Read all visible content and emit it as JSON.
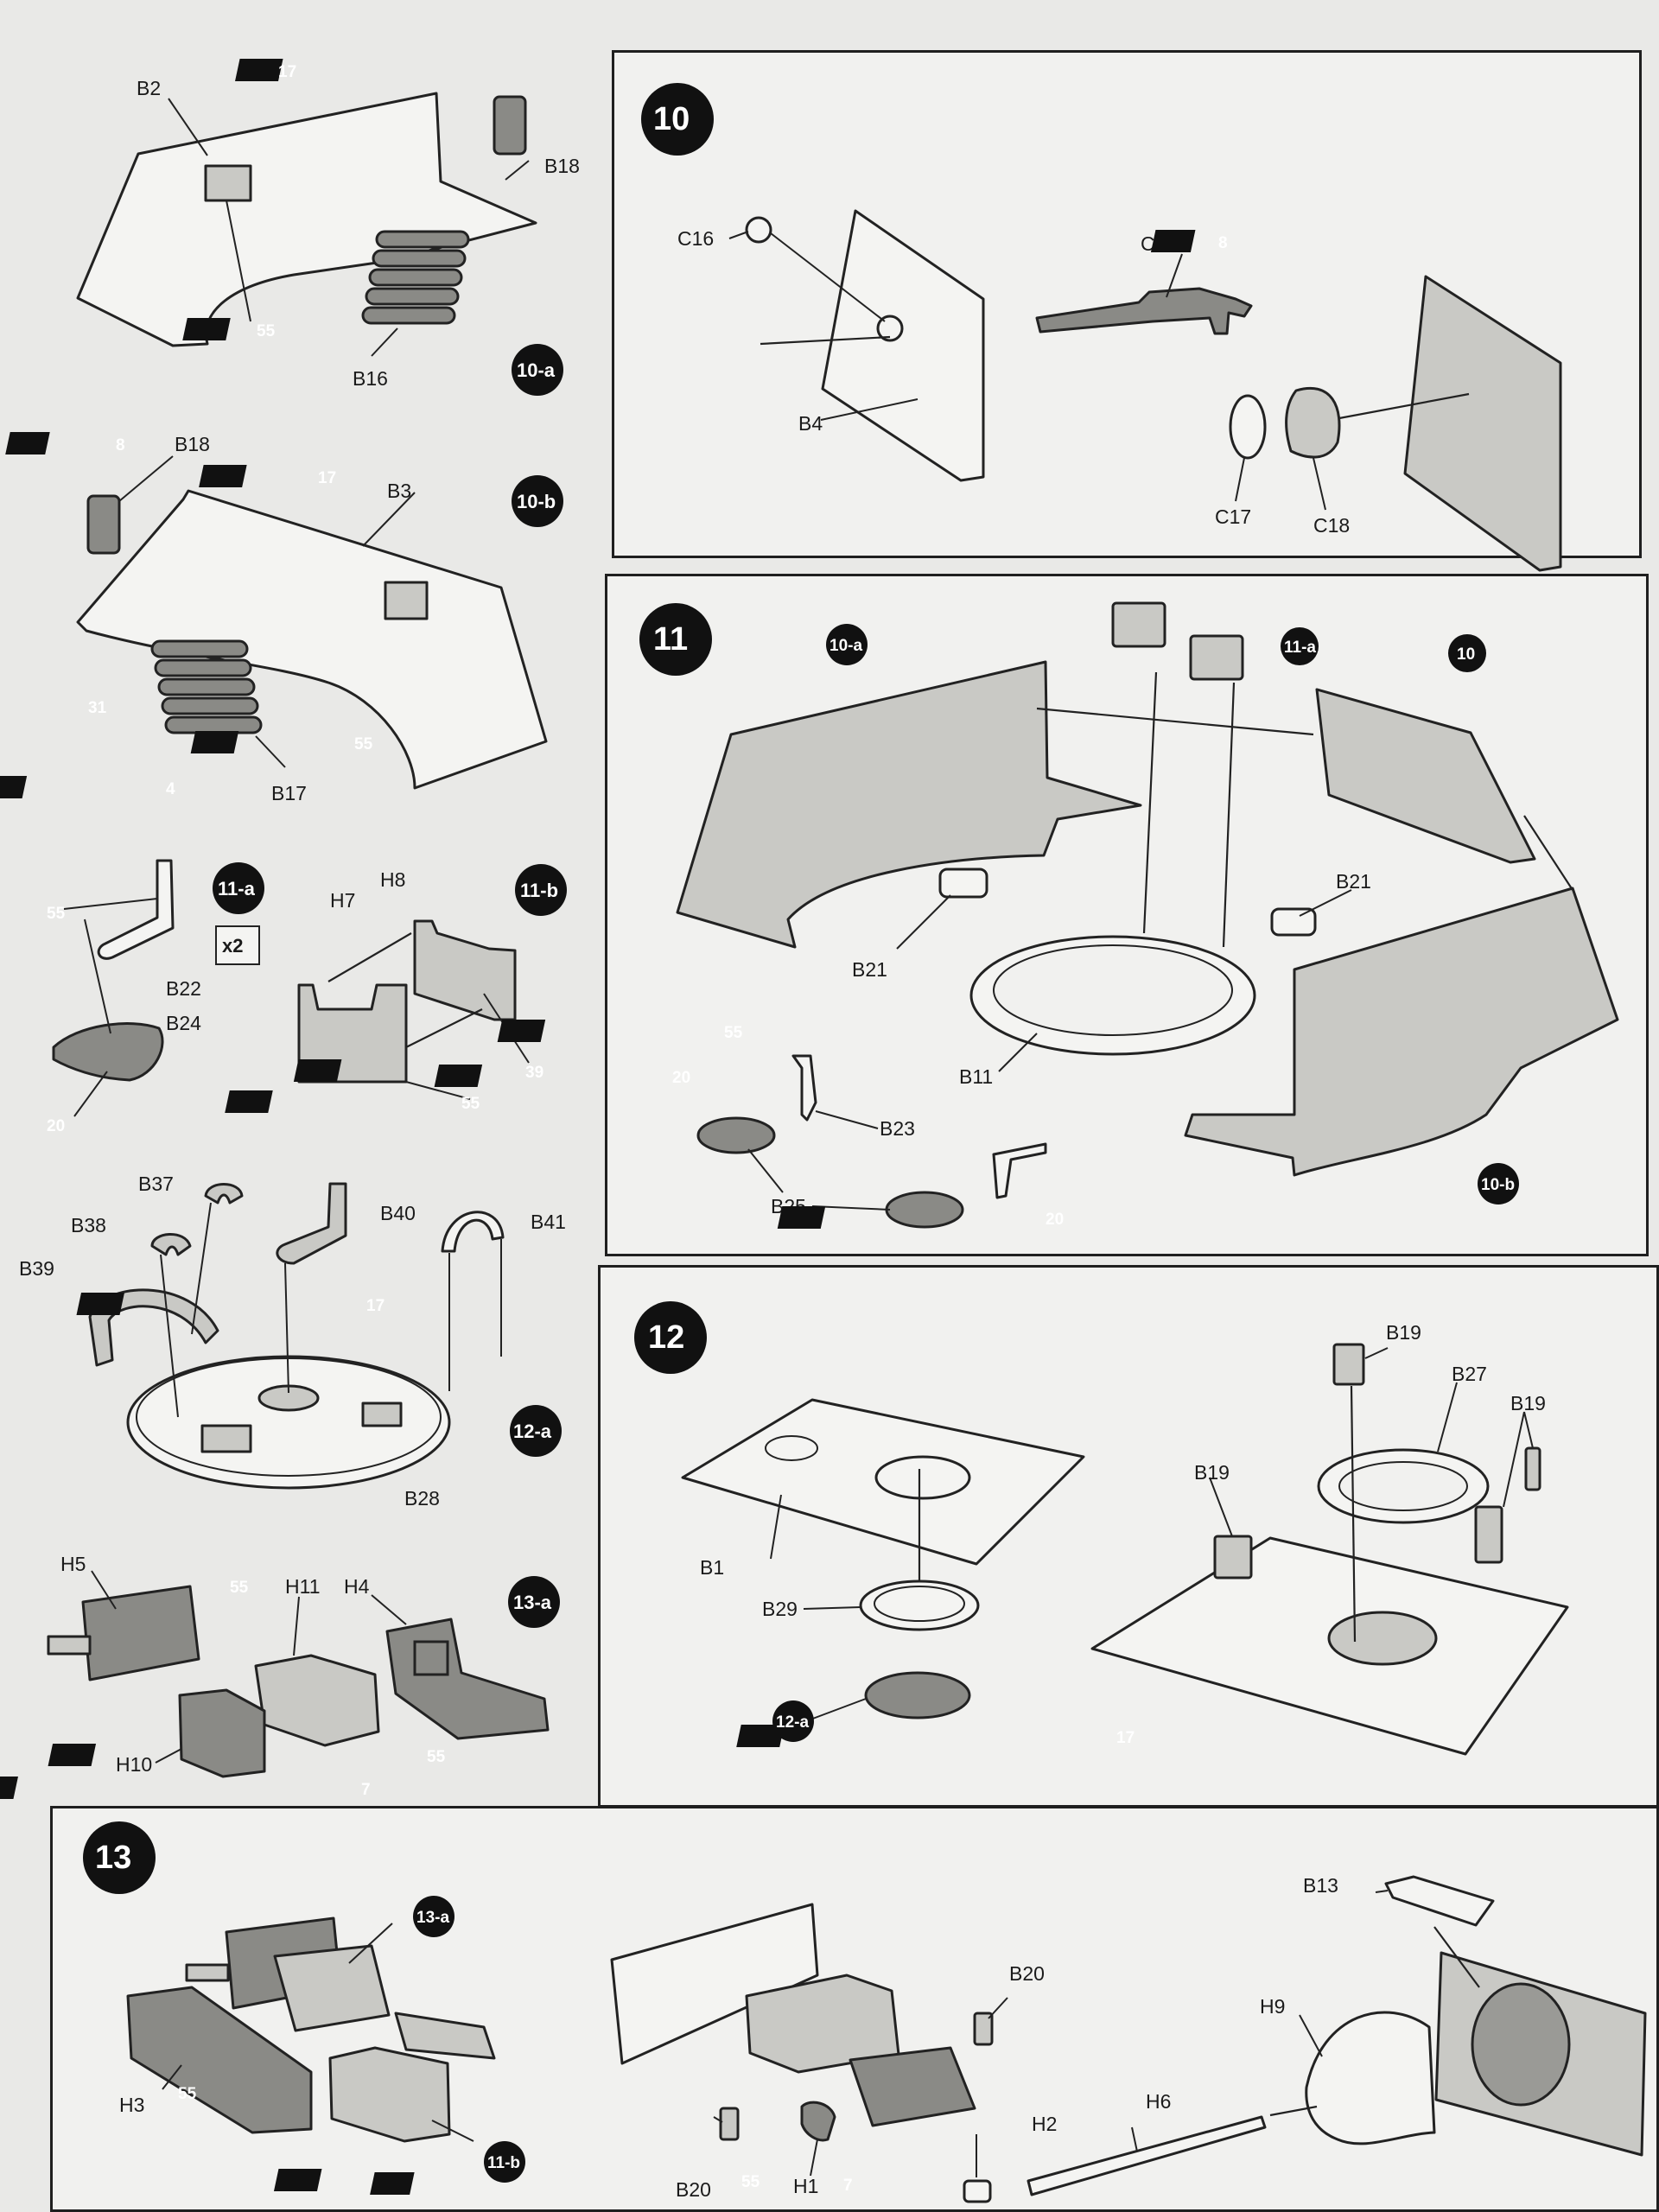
{
  "colors": {
    "paper": "#e9e9e7",
    "panel": "#f1f1ef",
    "ink": "#1a1a1a",
    "part_light": "#c9c9c5",
    "part_dark": "#8a8a86"
  },
  "steps": [
    {
      "number": "10",
      "sub_assembly": "",
      "part_labels": [
        "C16",
        "C15",
        "B4",
        "C17",
        "C18"
      ],
      "color_callouts": [
        "8"
      ]
    },
    {
      "number": "11",
      "sub_assembly": "",
      "part_labels": [
        "B21",
        "B21",
        "B11",
        "B23",
        "B25"
      ],
      "color_callouts": [
        "55",
        "20",
        "20"
      ],
      "refs": [
        "10-a",
        "11-a",
        "10",
        "10-b"
      ]
    },
    {
      "number": "12",
      "sub_assembly": "",
      "part_labels": [
        "B19",
        "B27",
        "B19",
        "B19",
        "B1",
        "B29"
      ],
      "color_callouts": [
        "17"
      ],
      "refs": [
        "12-a"
      ]
    },
    {
      "number": "13",
      "sub_assembly": "",
      "part_labels": [
        "H3",
        "B20",
        "B20",
        "H1",
        "B13",
        "H9",
        "H2",
        "H6"
      ],
      "color_callouts": [
        "55",
        "55",
        "7"
      ],
      "refs": [
        "13-a",
        "11-b"
      ]
    }
  ],
  "sub_steps": [
    {
      "id": "10-a",
      "part_labels": [
        "B2",
        "B18",
        "B16"
      ],
      "color_callouts": [
        "17",
        "55"
      ]
    },
    {
      "id": "10-b",
      "part_labels": [
        "B18",
        "B3",
        "B17"
      ],
      "color_callouts": [
        "8",
        "17",
        "31",
        "55",
        "4"
      ]
    },
    {
      "id": "11-a",
      "part_labels": [
        "B22",
        "B24"
      ],
      "color_callouts": [
        "55",
        "20"
      ],
      "multiplier": "x2"
    },
    {
      "id": "11-b",
      "part_labels": [
        "H7",
        "H8"
      ],
      "color_callouts": [
        "39",
        "55"
      ]
    },
    {
      "id": "12-a",
      "part_labels": [
        "B37",
        "B38",
        "B39",
        "B40",
        "B41",
        "B28"
      ],
      "color_callouts": [
        "17"
      ]
    },
    {
      "id": "13-a",
      "part_labels": [
        "H5",
        "H11",
        "H4",
        "H10"
      ],
      "color_callouts": [
        "55",
        "55",
        "7"
      ]
    }
  ]
}
